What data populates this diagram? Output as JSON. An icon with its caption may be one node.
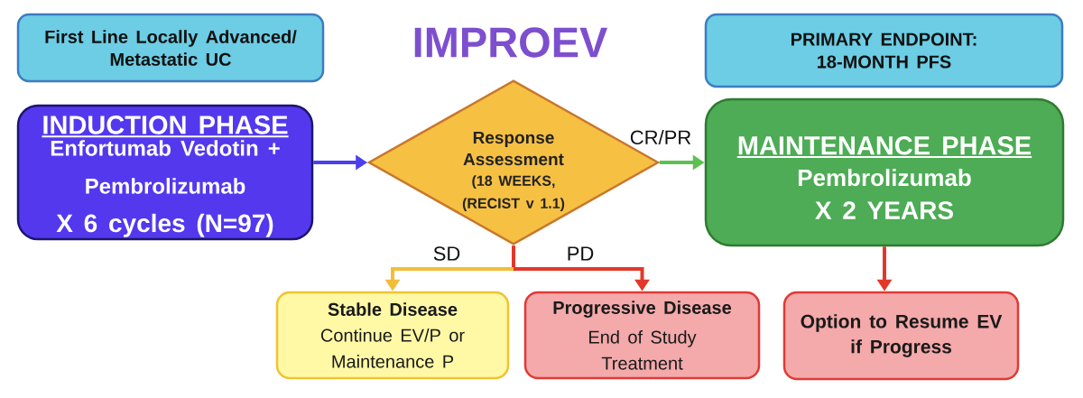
{
  "diagram": {
    "title": "IMPROEV",
    "nodes": [
      {
        "text": [
          "First Line Locally Advanced/ Metastatic UC"
        ]
      },
      {
        "text": [
          "PRIMARY ENDPOINT: 18-MONTH PFS"
        ]
      },
      {
        "text": [
          "INDUCTION PHASE",
          "Enfortumab Vedotin + Pembrolizumab",
          "X 6 cycles (N=97)"
        ]
      },
      {
        "text": [
          "Response Assessment",
          "(18 WEEKS, (RECIST v 1.1)"
        ]
      },
      {
        "text": [
          "MAINTENANCE PHASE",
          "Pembrolizumab",
          "X 2 YEARS"
        ]
      },
      {
        "text": [
          "Stable Disease",
          "Continue EV/P or Maintenance P"
        ]
      },
      {
        "text": [
          "Progressive Disease",
          "End of Study Treatment"
        ]
      },
      {
        "text": [
          "Option to Resume EV if Progress"
        ]
      }
    ],
    "edges": [
      {
        "from": 2,
        "to": 3,
        "arrow": "to",
        "color": "#4b3ff0"
      },
      {
        "from": 3,
        "to": 4,
        "arrow": "to",
        "label": "CR/PR",
        "color": "#5cc052"
      },
      {
        "from": 3,
        "to": 5,
        "arrow": "to",
        "label": "SD",
        "color": "#f2be3a"
      },
      {
        "from": 3,
        "to": 6,
        "arrow": "to",
        "label": "PD"
      },
      {
        "from": 4,
        "to": 7,
        "arrow": "to"
      }
    ]
  }
}
